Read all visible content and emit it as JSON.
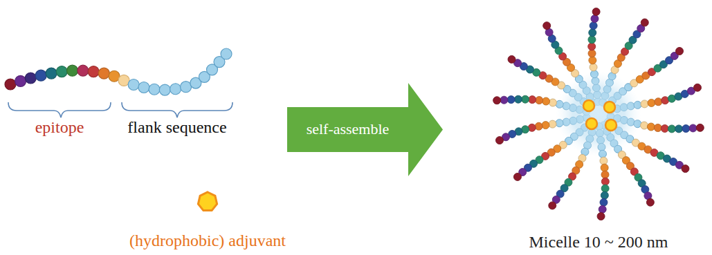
{
  "diagram": {
    "nodes": [
      {
        "text": [
          "self-assemble"
        ]
      }
    ],
    "labels": [
      "epitope",
      "flank sequence",
      "(hydrophobic) adjuvant",
      "Micelle 10 ~ 200 nm"
    ]
  }
}
